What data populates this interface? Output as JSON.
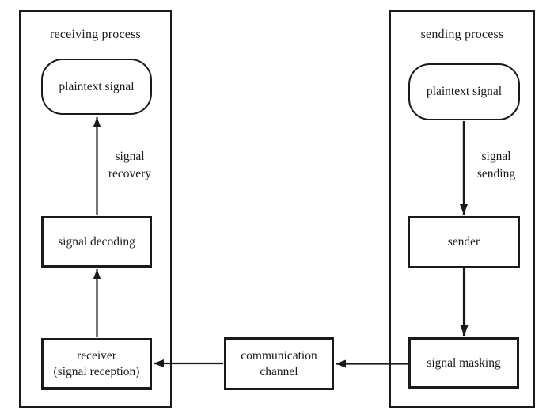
{
  "colors": {
    "ink": "#1a1a1a",
    "background": "#ffffff"
  },
  "receiving_process": {
    "title": "receiving process",
    "plaintext_signal": "plaintext signal",
    "signal_decoding": "signal decoding",
    "receiver": {
      "line1": "receiver",
      "line2": "(signal reception)"
    },
    "arrow_label": {
      "line1": "signal",
      "line2": "recovery"
    }
  },
  "sending_process": {
    "title": "sending process",
    "plaintext_signal": "plaintext signal",
    "sender": "sender",
    "signal_masking": "signal masking",
    "arrow_label": {
      "line1": "signal",
      "line2": "sending"
    }
  },
  "communication_channel": {
    "line1": "communication",
    "line2": "channel"
  }
}
